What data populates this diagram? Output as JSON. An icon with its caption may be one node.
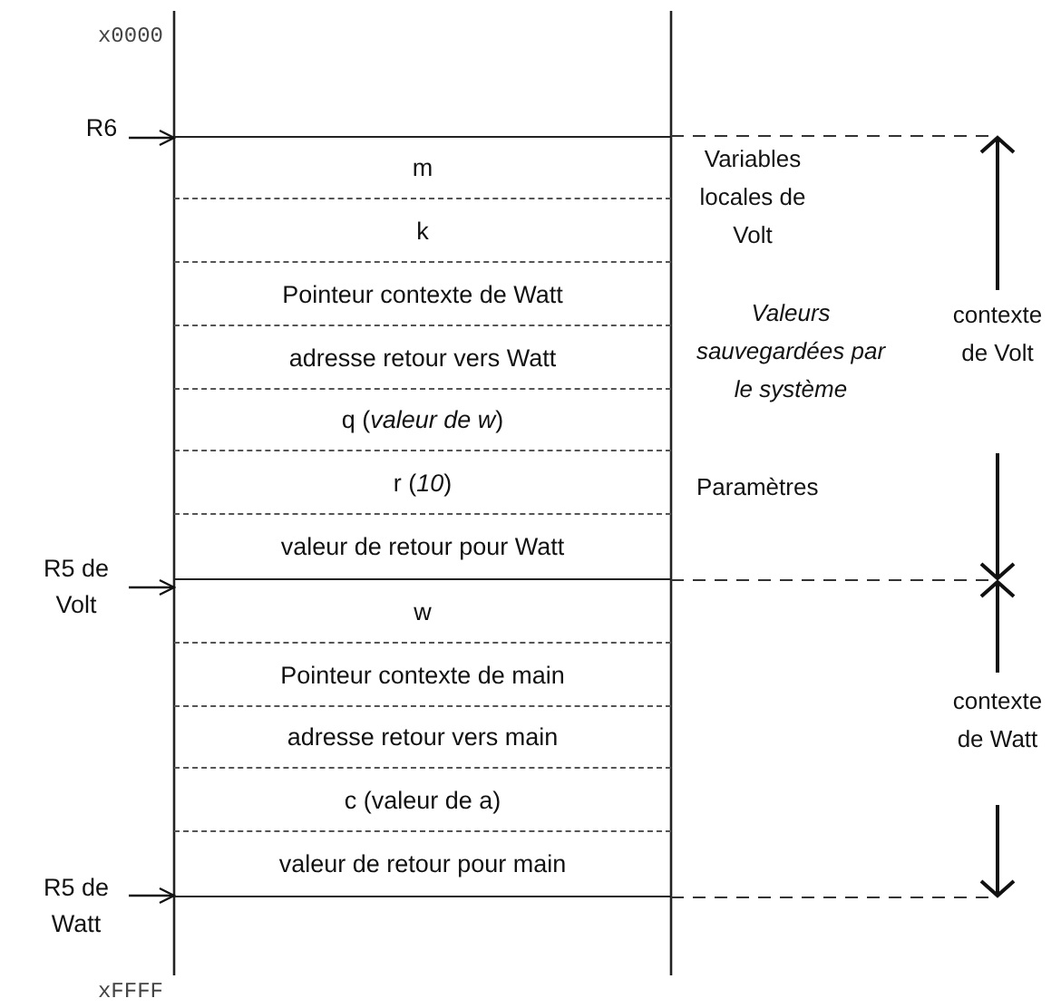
{
  "diagram": {
    "nodes": [
      {
        "text": [
          "m"
        ]
      },
      {
        "text": [
          "k"
        ]
      },
      {
        "text": [
          "Pointeur contexte de Watt"
        ]
      },
      {
        "text": [
          "adresse retour vers Watt"
        ]
      },
      {
        "text": [
          "q (*valeur de w*)"
        ]
      },
      {
        "text": [
          "r (*10*)"
        ]
      },
      {
        "text": [
          "valeur de retour pour Watt"
        ]
      },
      {
        "text": [
          "w"
        ]
      },
      {
        "text": [
          "Pointeur contexte de main"
        ]
      },
      {
        "text": [
          "adresse retour vers main"
        ]
      },
      {
        "text": [
          "c (valeur de a)"
        ]
      },
      {
        "text": [
          "valeur de retour pour main"
        ]
      },
      {
        "text": [
          "R6"
        ]
      },
      {
        "text": [
          "R5 de Volt"
        ]
      },
      {
        "text": [
          "R5 de Watt"
        ]
      }
    ],
    "edges": [
      {
        "from": 12,
        "to": 0,
        "arrow": "to"
      },
      {
        "from": 13,
        "to": 7,
        "arrow": "to"
      },
      {
        "from": 14,
        "to": 11,
        "arrow": "to"
      }
    ],
    "labels": [
      "x0000",
      "Variables locales de Volt",
      "Valeurs sauvegardées par le système",
      "contexte de Volt",
      "Paramètres",
      "contexte de Watt",
      "xFFFF"
    ]
  }
}
